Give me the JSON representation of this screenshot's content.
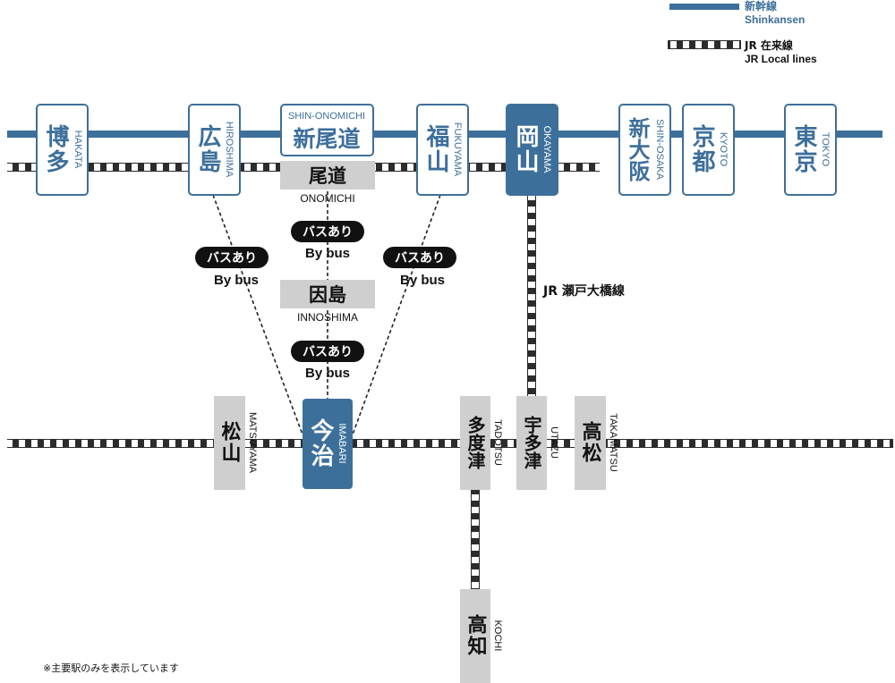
{
  "legend": {
    "shinkansen_jp": "新幹線",
    "shinkansen_en": "Shinkansen",
    "local_jp": "JR 在来線",
    "local_en": "JR Local lines"
  },
  "colors": {
    "shinkansen": "#3d6f9b",
    "station_main": "#3d6f9b",
    "station_gray": "#cfcfcf",
    "rail_dark": "#2c2c2c",
    "bus_badge": "#111111"
  },
  "stations": {
    "hakata": {
      "jp": "博多",
      "en": "HAKATA"
    },
    "hiroshima": {
      "jp": "広島",
      "en": "HIROSHIMA"
    },
    "shin_onomichi": {
      "jp": "新尾道",
      "en": "SHIN-ONOMICHI"
    },
    "fukuyama": {
      "jp": "福山",
      "en": "FUKUYAMA"
    },
    "okayama": {
      "jp": "岡山",
      "en": "OKAYAMA"
    },
    "shin_osaka": {
      "jp": "新大阪",
      "en": "SHIN-OSAKA"
    },
    "kyoto": {
      "jp": "京都",
      "en": "KYOTO"
    },
    "tokyo": {
      "jp": "東京",
      "en": "TOKYO"
    },
    "onomichi": {
      "jp": "尾道",
      "en": "ONOMICHI"
    },
    "innoshima": {
      "jp": "因島",
      "en": "INNOSHIMA"
    },
    "matsuyama": {
      "jp": "松山",
      "en": "MATSUYAMA"
    },
    "imabari": {
      "jp": "今治",
      "en": "IMABARI"
    },
    "tadotsu": {
      "jp": "多度津",
      "en": "TADOTSU"
    },
    "utazu": {
      "jp": "宇多津",
      "en": "UTAZU"
    },
    "takamatsu": {
      "jp": "高松",
      "en": "TAKAMATSU"
    },
    "kochi": {
      "jp": "高知",
      "en": "KOCHI"
    }
  },
  "bus": {
    "badge": "バスあり",
    "en": "By bus"
  },
  "line_label": "JR 瀬戸大橋線",
  "footnote": "※主要駅のみを表示しています"
}
